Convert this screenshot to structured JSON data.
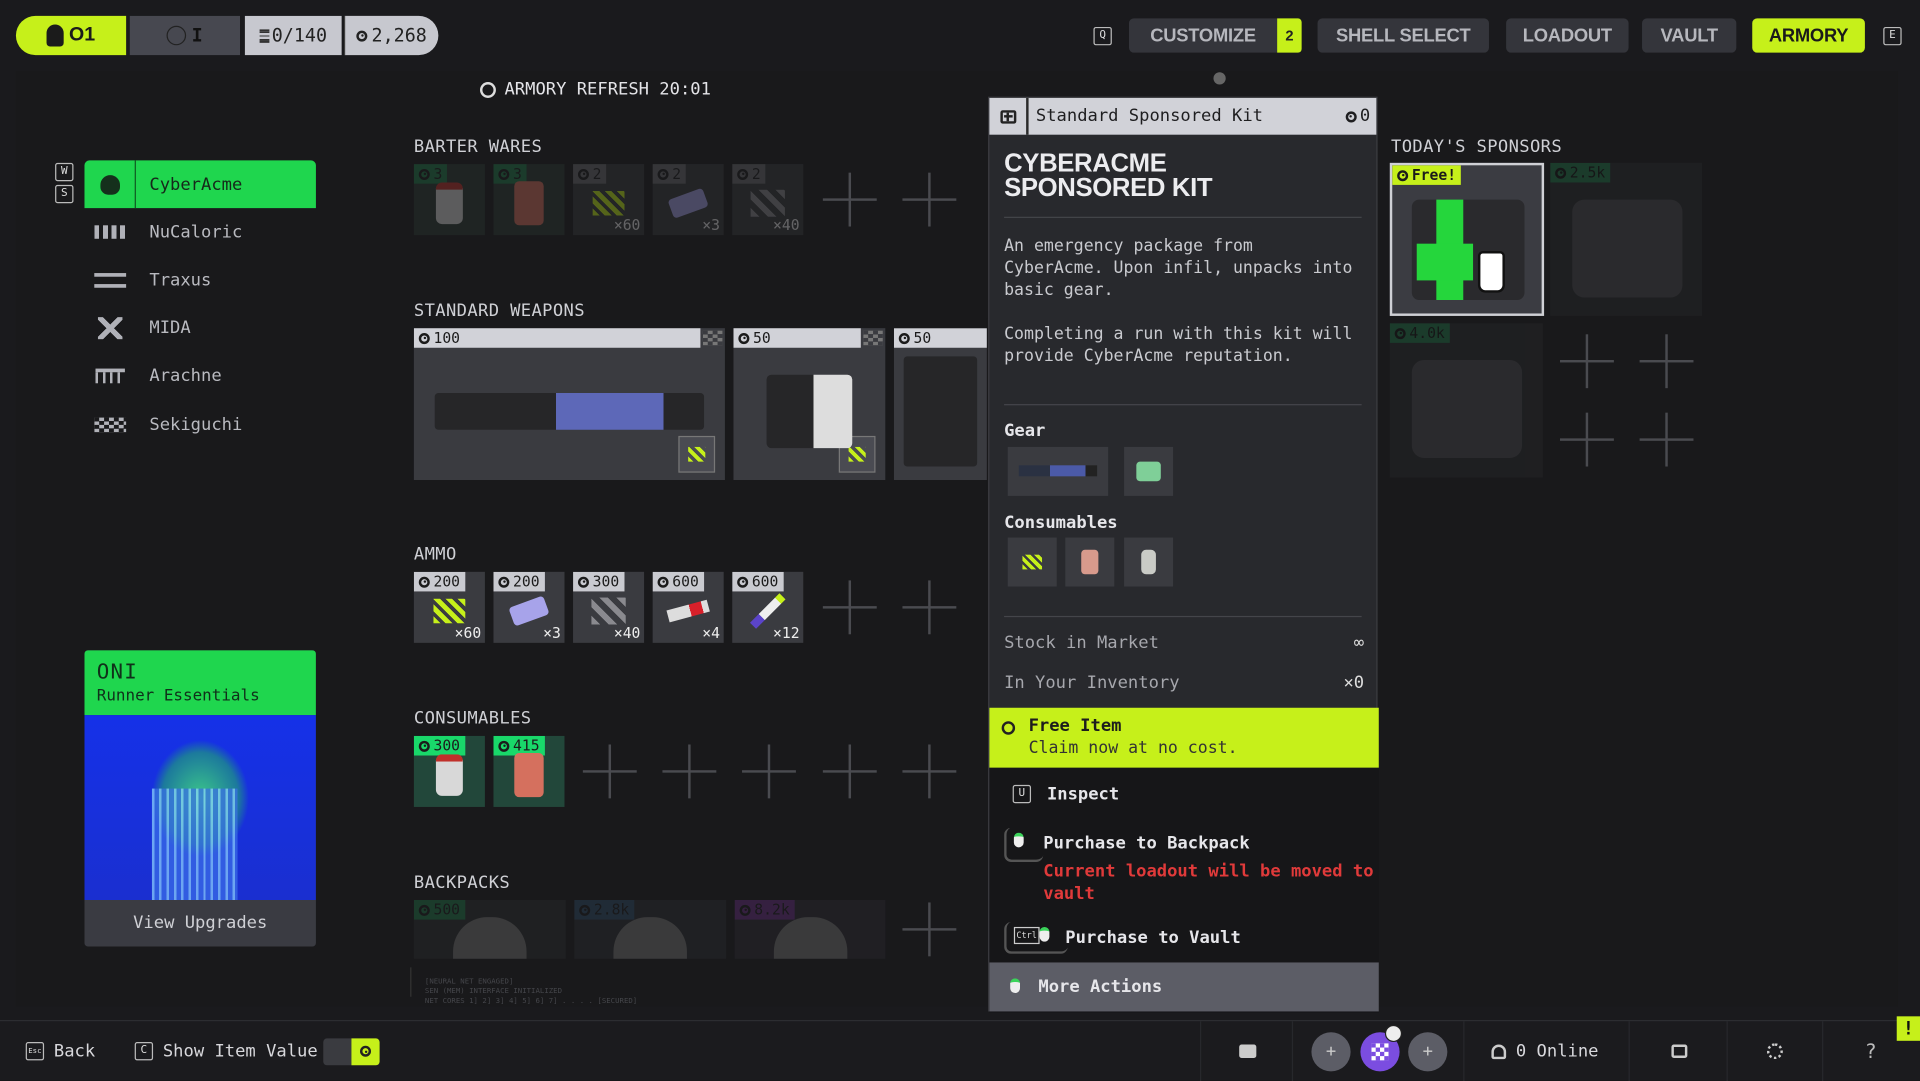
{
  "top": {
    "level": "O1",
    "rank": "I",
    "capacity": "0/140",
    "currency": "2,268",
    "key_left": "Q",
    "key_right": "E",
    "tabs": [
      {
        "label": "CUSTOMIZE",
        "badge": "2"
      },
      {
        "label": "SHELL SELECT"
      },
      {
        "label": "LOADOUT"
      },
      {
        "label": "VAULT"
      },
      {
        "label": "ARMORY",
        "active": true
      }
    ]
  },
  "refresh": "ARMORY REFRESH 20:01",
  "sidebar": {
    "key_up": "W",
    "key_down": "S",
    "items": [
      {
        "label": "CyberAcme",
        "icon": "cyberacme-logo-icon",
        "active": true
      },
      {
        "label": "NuCaloric",
        "icon": "nucaloric-logo-icon"
      },
      {
        "label": "Traxus",
        "icon": "traxus-logo-icon"
      },
      {
        "label": "MIDA",
        "icon": "mida-logo-icon"
      },
      {
        "label": "Arachne",
        "icon": "arachne-logo-icon"
      },
      {
        "label": "Sekiguchi",
        "icon": "sekiguchi-logo-icon"
      }
    ],
    "oni": {
      "brand": "ONI",
      "subtitle": "Runner Essentials",
      "button": "View Upgrades"
    }
  },
  "sections": {
    "barter": {
      "title": "BARTER WARES",
      "items": [
        {
          "price": "3",
          "qty": "",
          "art": "consumable-canister"
        },
        {
          "price": "3",
          "qty": "",
          "art": "consumable-pack"
        },
        {
          "price": "2",
          "qty": "×60",
          "art": "ammo-light"
        },
        {
          "price": "2",
          "qty": "×3",
          "art": "ammo-volt"
        },
        {
          "price": "2",
          "qty": "×40",
          "art": "ammo-heavy"
        }
      ]
    },
    "weapons": {
      "title": "STANDARD WEAPONS",
      "items": [
        {
          "price": "100",
          "art": "rifle"
        },
        {
          "price": "50",
          "art": "pistol"
        },
        {
          "price": "50",
          "art": "smg"
        }
      ]
    },
    "ammo": {
      "title": "AMMO",
      "items": [
        {
          "price": "200",
          "qty": "×60",
          "art": "ammo-light"
        },
        {
          "price": "200",
          "qty": "×3",
          "art": "ammo-volt"
        },
        {
          "price": "300",
          "qty": "×40",
          "art": "ammo-heavy"
        },
        {
          "price": "600",
          "qty": "×4",
          "art": "ammo-rail"
        },
        {
          "price": "600",
          "qty": "×12",
          "art": "ammo-mips"
        }
      ]
    },
    "consumables": {
      "title": "CONSUMABLES",
      "items": [
        {
          "price": "300",
          "qty": "",
          "art": "consumable-canister"
        },
        {
          "price": "415",
          "qty": "",
          "art": "consumable-pack"
        }
      ]
    },
    "backpacks": {
      "title": "BACKPACKS",
      "items": [
        {
          "price": "500",
          "art": "backpack"
        },
        {
          "price": "2.8k",
          "art": "backpack"
        },
        {
          "price": "8.2k",
          "art": "backpack"
        }
      ]
    }
  },
  "terminal": [
    "[NEURAL NET ENGAGED]",
    "SEN (MEM) INTERFACE INITIALIZED",
    "NET CORES 1] 2] 3] 4] 5] 6] 7] . . . . [SECURED]"
  ],
  "detail": {
    "header": "Standard Sponsored Kit",
    "price": "0",
    "title_line1": "CYBERACME",
    "title_line2": "SPONSORED KIT",
    "desc1": "An emergency package from CyberAcme. Upon infil, unpacks into basic gear.",
    "desc2": "Completing a run with this kit will provide CyberAcme reputation.",
    "gear_label": "Gear",
    "consumables_label": "Consumables",
    "stock_label": "Stock in Market",
    "stock_value": "∞",
    "inventory_label": "In Your Inventory",
    "inventory_value": "×0",
    "free_title": "Free Item",
    "free_sub": "Claim now at no cost.",
    "inspect_key": "U",
    "inspect": "Inspect",
    "backpack": "Purchase to Backpack",
    "warning": "Current loadout will be moved to vault",
    "vault_key": "Ctrl",
    "vault": "Purchase to Vault",
    "more": "More Actions"
  },
  "sponsors": {
    "title": "TODAY'S SPONSORS",
    "kits": [
      {
        "price": "Free!",
        "selected": true
      },
      {
        "price": "2.5k"
      },
      {
        "price": "4.0k"
      }
    ]
  },
  "bottom": {
    "back_key": "Esc",
    "back": "Back",
    "show_key": "C",
    "show_value": "Show Item Value",
    "online": "0 Online",
    "help": "?",
    "alert": "!"
  },
  "colors": {
    "accent": "#c6f01a",
    "sponsor_green": "#1fd64e",
    "warning": "#e03a3a",
    "squad_purple": "#7b4de0"
  }
}
